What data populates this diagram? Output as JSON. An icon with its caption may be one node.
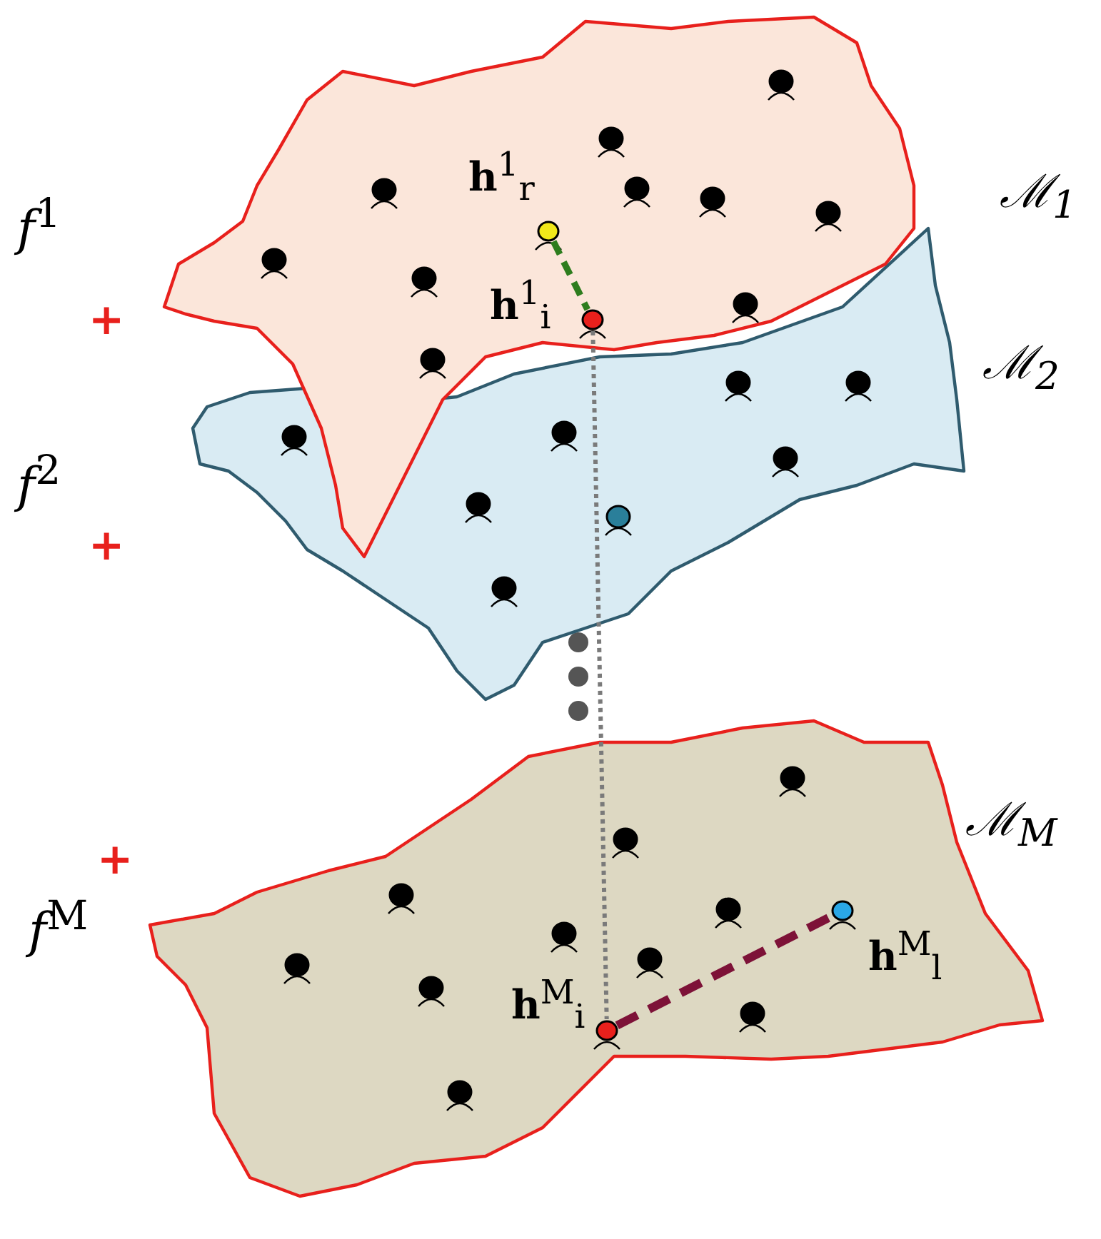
{
  "diagram": {
    "nodes": [
      {
        "text": [
          "ℳ$_{1}$"
        ]
      },
      {
        "text": [
          "ℳ$_{2}$"
        ]
      },
      {
        "text": [
          "ℳ$_{M}$"
        ]
      },
      {
        "text": [],
        "shape": "circle",
        "in": 0
      },
      {
        "text": [],
        "shape": "circle",
        "in": 0
      },
      {
        "text": [],
        "shape": "circle",
        "in": 0
      },
      {
        "text": [],
        "shape": "circle",
        "in": 0
      },
      {
        "text": [],
        "shape": "circle",
        "in": 0
      },
      {
        "text": [],
        "shape": "circle",
        "in": 0
      },
      {
        "text": [],
        "shape": "circle",
        "in": 0
      },
      {
        "text": [],
        "shape": "circle",
        "in": 0
      },
      {
        "text": [],
        "shape": "circle",
        "in": 0
      },
      {
        "text": [],
        "shape": "circle",
        "in": 0
      },
      {
        "text": [
          "**h**$^{1}$$_{r}$"
        ],
        "in": 0
      },
      {
        "text": [
          "**h**$^{1}$$_{i}$"
        ],
        "in": 0
      },
      {
        "text": [],
        "shape": "circle",
        "in": 1
      },
      {
        "text": [],
        "shape": "circle",
        "in": 1
      },
      {
        "text": [],
        "shape": "circle",
        "in": 1
      },
      {
        "text": [],
        "shape": "circle",
        "in": 1
      },
      {
        "text": [],
        "shape": "circle",
        "in": 1
      },
      {
        "text": [],
        "shape": "circle",
        "in": 1
      },
      {
        "text": [],
        "shape": "circle",
        "in": 1
      },
      {
        "text": [],
        "shape": "circle",
        "in": 1
      },
      {
        "text": [],
        "shape": "circle",
        "in": 2
      },
      {
        "text": [],
        "shape": "circle",
        "in": 2
      },
      {
        "text": [],
        "shape": "circle",
        "in": 2
      },
      {
        "text": [],
        "shape": "circle",
        "in": 2
      },
      {
        "text": [],
        "shape": "circle",
        "in": 2
      },
      {
        "text": [],
        "shape": "circle",
        "in": 2
      },
      {
        "text": [],
        "shape": "circle",
        "in": 2
      },
      {
        "text": [],
        "shape": "circle",
        "in": 2
      },
      {
        "text": [],
        "shape": "circle",
        "in": 2
      },
      {
        "text": [],
        "shape": "circle",
        "in": 2
      },
      {
        "text": [
          "**h**$^{M}$$_{i}$"
        ],
        "in": 2
      },
      {
        "text": [
          "**h**$^{M}$$_{l}$"
        ],
        "in": 2
      }
    ],
    "edges": [
      {
        "from": 13,
        "to": 14,
        "arrow": "none",
        "style": "dashed",
        "color": "#2e7d1e"
      },
      {
        "from": 14,
        "to": 33,
        "arrow": "none",
        "style": "dashed",
        "color": "#7a7a7a"
      },
      {
        "from": 33,
        "to": 34,
        "arrow": "none",
        "style": "dashed",
        "color": "#7d1238"
      }
    ],
    "labels": [
      "*f*$^{1}$",
      "+",
      "*f*$^{2}$",
      "+",
      "+",
      "*f*$^{M}$"
    ]
  }
}
